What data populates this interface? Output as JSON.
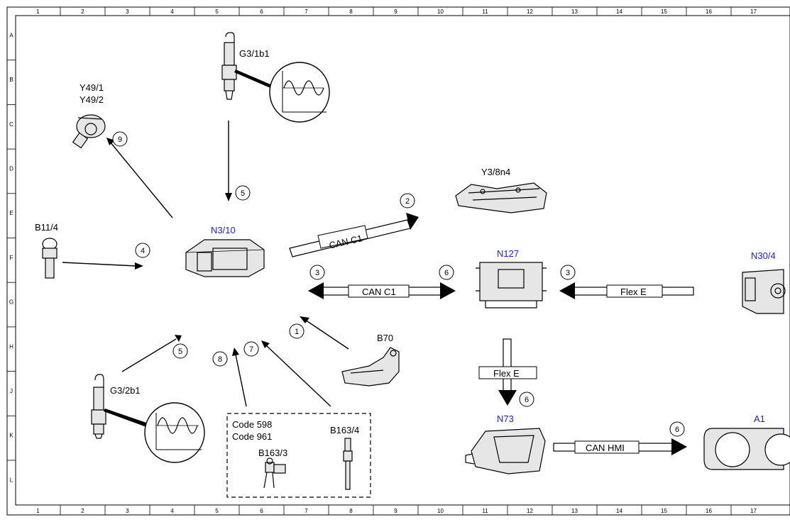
{
  "grid": {
    "columns": [
      "1",
      "2",
      "3",
      "4",
      "5",
      "6",
      "7",
      "8",
      "9",
      "10",
      "11",
      "12",
      "13",
      "14",
      "15",
      "16",
      "17"
    ],
    "rows": [
      "A",
      "B",
      "C",
      "D",
      "E",
      "F",
      "G",
      "H",
      "J",
      "K",
      "L"
    ]
  },
  "components": {
    "g3_1b1": "G3/1b1",
    "y49": [
      "Y49/1",
      "Y49/2"
    ],
    "y3_8n4": "Y3/8n4",
    "b11_4": "B11/4",
    "n3_10": "N3/10",
    "n127": "N127",
    "n30_4": "N30/4",
    "b70": "B70",
    "g3_2b1": "G3/2b1",
    "code_box": [
      "Code 598",
      "Code 961"
    ],
    "b163_3": "B163/3",
    "b163_4": "B163/4",
    "n73": "N73",
    "a1": "A1"
  },
  "buses": {
    "can_c1_upper": "CAN C1",
    "can_c1_lower": "CAN C1",
    "flex_e_h": "Flex E",
    "flex_e_v": "Flex E",
    "can_hmi": "CAN HMI"
  },
  "markers": {
    "m9": "9",
    "m5_top": "5",
    "m2": "2",
    "m4": "4",
    "m3_left": "3",
    "m6_right": "6",
    "m3_right": "3",
    "m1": "1",
    "m5_bottom": "5",
    "m7": "7",
    "m8": "8",
    "m6_n73": "6",
    "m6_hmi": "6"
  },
  "colors": {
    "line": "#000000",
    "blue_label": "#1a1aff",
    "fill": "#e6e6e6"
  }
}
